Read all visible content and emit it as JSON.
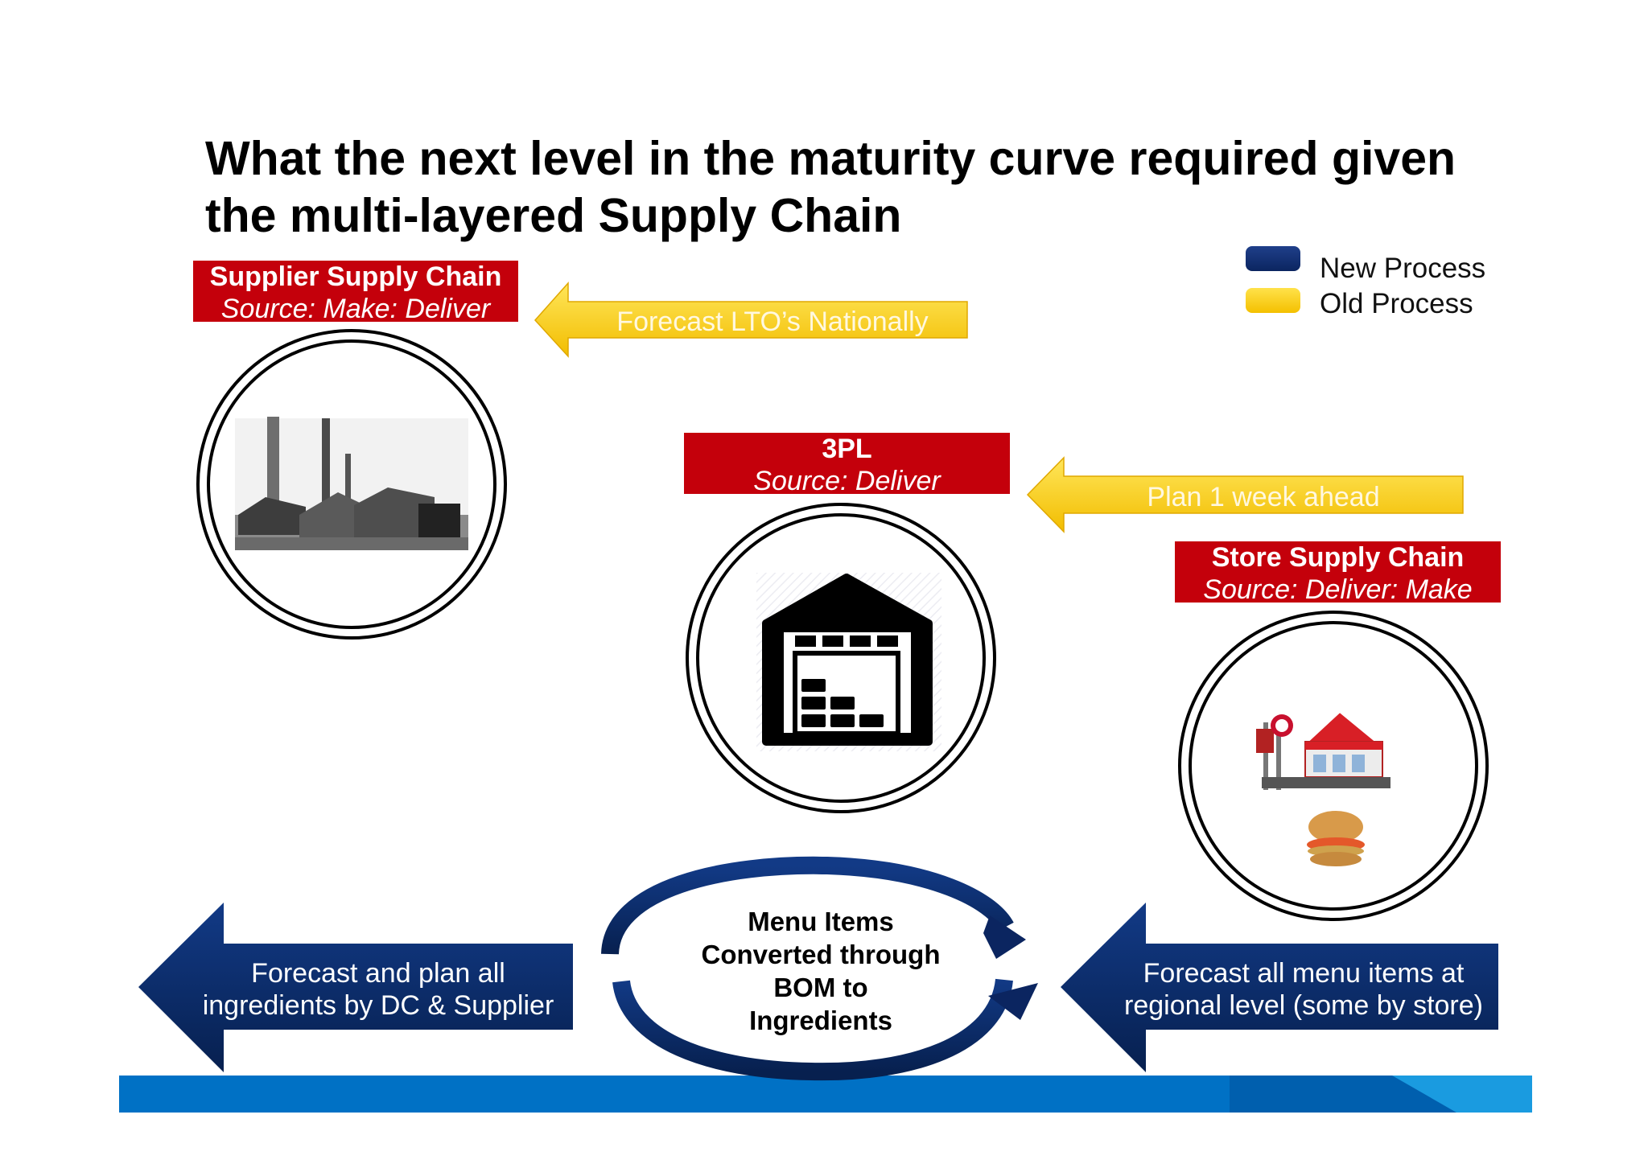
{
  "title": "What the next level in the maturity curve required given the multi-layered Supply Chain",
  "legend": {
    "new_process": "New Process",
    "old_process": "Old Process",
    "new_color": "#0b2560",
    "old_color": "#f4c000"
  },
  "nodes": {
    "supplier": {
      "name": "Supplier Supply Chain",
      "source": "Source: Make: Deliver",
      "icon": "factory-icon"
    },
    "tpl": {
      "name": "3PL",
      "source": "Source: Deliver",
      "icon": "warehouse-icon"
    },
    "store": {
      "name": "Store Supply Chain",
      "source": "Source: Deliver: Make",
      "icon": "restaurant-icon"
    }
  },
  "arrows": {
    "forecast_lto": "Forecast LTO’s Nationally",
    "plan_week": "Plan 1 week ahead",
    "forecast_dc": "Forecast and plan all ingredients by DC & Supplier",
    "forecast_regional": "Forecast all menu items at regional level (some by store)"
  },
  "cycle_text": "Menu Items Converted through BOM to Ingredients",
  "colors": {
    "label_red": "#c4000b",
    "bar_blue": "#0071c5",
    "arrow_navy": "#0b2560",
    "arrow_yellow": "#f4c000"
  }
}
